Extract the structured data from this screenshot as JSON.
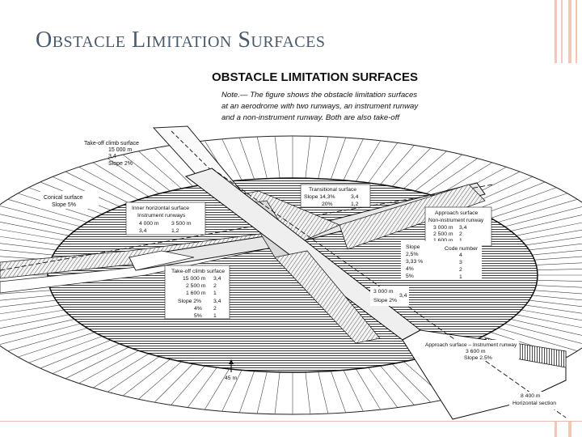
{
  "slide": {
    "title": "Obstacle Limitation Surfaces"
  },
  "figure": {
    "title": "OBSTACLE LIMITATION SURFACES",
    "note_line1": "Note.— The figure shows the obstacle limitation surfaces",
    "note_line2": "at an aerodrome with two runways, an instrument runway",
    "note_line3": "and a non-instrument runway. Both are also take-off",
    "labels": {
      "takeoff_top": [
        "Take-off climb surface",
        "15 000 m",
        "3,4",
        "Slope 2%"
      ],
      "conical": [
        "Conical surface",
        "Slope 5%"
      ],
      "inner_horizontal": [
        "Inner horizontal surface",
        "Instrument runways",
        "4 000 m",
        "3 500 m",
        "3,4",
        "1,2"
      ],
      "transitional": [
        "Transitional surface",
        "Slope 14,3%",
        "3,4",
        "20%",
        "1,2"
      ],
      "approach_non_instrument": [
        "Approach surface",
        "Non-instrument runway",
        "3 000 m",
        "3,4",
        "2 500 m",
        "2",
        "1 600 m",
        "1"
      ],
      "slope_code": [
        "Slope",
        "Code number",
        "2,5%",
        "4",
        "3,33 %",
        "3",
        "4%",
        "2",
        "5%",
        "1"
      ],
      "takeoff_bottom": [
        "Take-off climb surface",
        "15 000 m",
        "3,4",
        "2 500 m",
        "2",
        "1 600 m",
        "1",
        "Slope 2%",
        "3,4",
        "4%",
        "2",
        "5%",
        "1"
      ],
      "center": [
        "3 000 m",
        "3,4",
        "Slope 2%"
      ],
      "approach_instrument": [
        "Approach surface – Instrument runway",
        "3 600 m",
        "Slope   2.5%"
      ],
      "height": "45 m",
      "horizontal_section": [
        "8 400 m",
        "Horizontal section"
      ]
    }
  }
}
